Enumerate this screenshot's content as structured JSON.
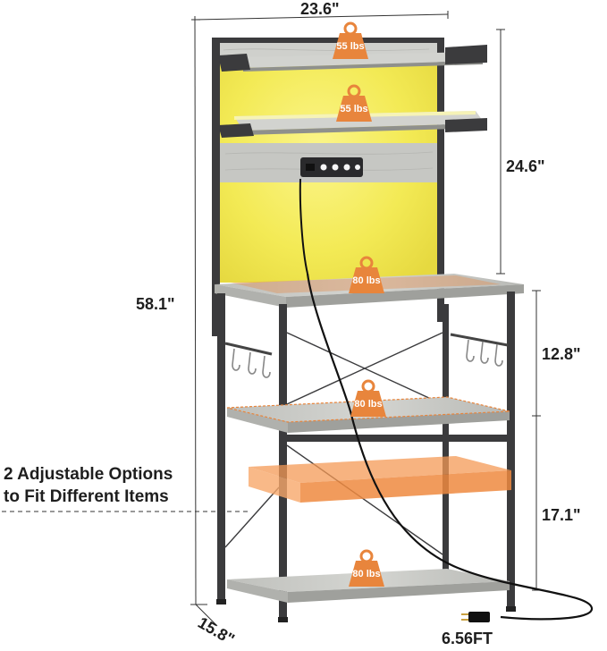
{
  "dimensions": {
    "width": "23.6\"",
    "height_total": "58.1\"",
    "height_hutch": "24.6\"",
    "height_middle": "12.8\"",
    "height_lower": "17.1\"",
    "depth": "15.8\"",
    "cord_length": "6.56FT"
  },
  "note": {
    "line1": "2 Adjustable Options",
    "line2": "to Fit Different Items"
  },
  "weights": {
    "top_shelf": "55 lbs",
    "light_shelf": "55 lbs",
    "desktop": "80 lbs",
    "middle_shelf": "80 lbs",
    "bottom_shelf": "80 lbs"
  },
  "colors": {
    "frame": "#3a3a3c",
    "wood": "#c9cac6",
    "glow": "#f5ef6a",
    "accent": "#e8853c",
    "dimension_line": "#333333"
  }
}
